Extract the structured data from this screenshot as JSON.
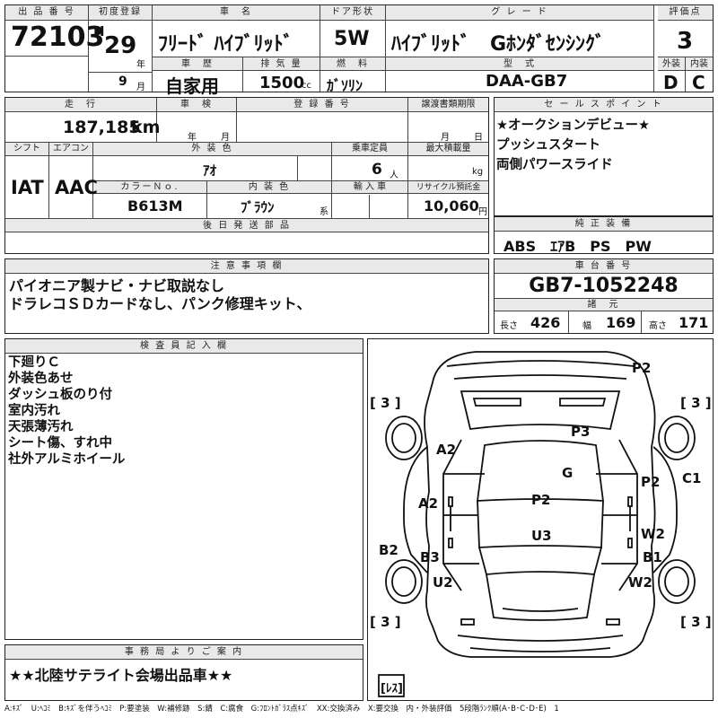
{
  "listing": {
    "headers": {
      "lot_no": "出 品 番 号",
      "first_reg": "初度登録",
      "car_name": "車　名",
      "door_type": "ドア形状",
      "grade": "グ レ ー ド",
      "score": "評価点",
      "history": "車　歴",
      "displacement": "排 気 量",
      "fuel": "燃　料",
      "model_code": "型　式",
      "exterior": "外装",
      "interior": "内装"
    },
    "lot_no": "72103",
    "era": "H",
    "year": "29",
    "year_unit": "年",
    "month": "9",
    "month_unit": "月",
    "car_name": "ﾌﾘｰﾄﾞ ﾊｲﾌﾞﾘｯﾄﾞ",
    "door_type": "5W",
    "grade": "ﾊｲﾌﾞﾘｯﾄﾞ　Gﾎﾝﾀﾞｾﾝｼﾝｸﾞ",
    "score": "3",
    "history": "自家用",
    "displacement": "1500",
    "displacement_unit": "cc",
    "fuel": "ｶﾞｿﾘﾝ",
    "model_code": "DAA-GB7",
    "exterior_grade": "D",
    "interior_grade": "C"
  },
  "spec": {
    "headers": {
      "mileage": "走　行",
      "inspection": "車　検",
      "plate": "登 録 番 号",
      "transfer_deadline": "譲渡書類期限",
      "shift": "シフト",
      "aircon": "エアコン",
      "color": "外 装 色",
      "capacity": "乗車定員",
      "max_load": "最大積載量",
      "color_no": "カラーＮｏ.",
      "interior_color": "内 装 色",
      "import": "輸 入 車",
      "recycle": "リサイクル預託金",
      "later_parts": "後 日 発 送 部 品"
    },
    "mileage": "187,185",
    "mileage_unit": "km",
    "year_unit": "年",
    "month_unit": "月",
    "transfer_month": "月",
    "transfer_day": "日",
    "shift": "IAT",
    "aircon": "AAC",
    "color": "ｱｵ",
    "capacity": "6",
    "capacity_unit": "人",
    "max_load_unit": "kg",
    "color_no": "B613M",
    "interior_color": "ﾌﾞﾗｳﾝ",
    "interior_color_unit": "系",
    "recycle": "10,060",
    "recycle_unit": "円"
  },
  "sales": {
    "header": "セ ー ル ス ポ イ ン ト",
    "lines": [
      "★オークションデビュー★",
      "プッシュスタート",
      "両側パワースライド"
    ]
  },
  "equipment": {
    "header": "純 正 装 備",
    "value": "ABS　ｴｱB　PS　PW"
  },
  "notes": {
    "header": "注 意 事 項 欄",
    "lines": [
      "パイオニア製ナビ・ナビ取説なし",
      "ドラレコＳＤカードなし、パンク修理キット、"
    ]
  },
  "chassis": {
    "header": "車 台 番 号",
    "value": "GB7-1052248",
    "dims_header": "諸　元",
    "length_label": "長さ",
    "length": "426",
    "width_label": "幅",
    "width": "169",
    "height_label": "高さ",
    "height": "171"
  },
  "inspector": {
    "header": "検 査 員 記 入 欄",
    "lines": [
      "下廻りＣ",
      "外装色あせ",
      "ダッシュ板のり付",
      "室内汚れ",
      "天張薄汚れ",
      "シート傷、すれ中",
      "社外アルミホイール"
    ]
  },
  "diagram": {
    "marks": {
      "p2_top": "P2",
      "p3": "P3",
      "a2_upper": "A2",
      "g": "G",
      "p2_right": "P2",
      "c1": "C1",
      "a2_left": "A2",
      "p2_center": "P2",
      "u3": "U3",
      "w2_upper": "W2",
      "b2": "B2",
      "b3": "B3",
      "b1": "B1",
      "u2": "U2",
      "w2_lower": "W2"
    },
    "tires": {
      "front_left": "[ 3 ]",
      "front_right": "[ 3 ]",
      "rear_left": "[ 3 ]",
      "rear_right": "[ 3 ]",
      "spare": "[ﾚｽ]"
    }
  },
  "office": {
    "header": "事 務 局 よ り ご 案 内",
    "text": "★★北陸サテライト会場出品車★★"
  },
  "legend": "A:ｷｽﾞ　U:ﾍｺﾐ　B:ｷｽﾞを伴うﾍｺﾐ　P:要塗装　W:補修跡　S:錆　C:腐食　G:ﾌﾛﾝﾄｶﾞﾗｽ点ｷｽﾞ　XX:交換済み　X:要交換　内・外装評価　5段階ﾗﾝｸ順(A･B･C･D･E)　1"
}
